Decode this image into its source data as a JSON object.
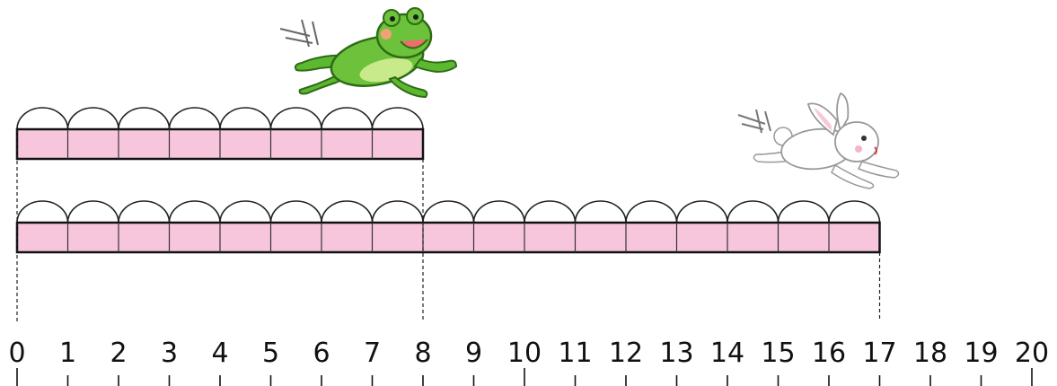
{
  "frog": {
    "icon": "frog-icon",
    "jumps": 8,
    "color": "#5cb82e"
  },
  "rabbit": {
    "icon": "rabbit-icon",
    "jumps": 17,
    "color": "#f4f4f4"
  },
  "bar_fill_color": "#f7c6dc",
  "number_line": {
    "labels": [
      "0",
      "1",
      "2",
      "3",
      "4",
      "5",
      "6",
      "7",
      "8",
      "9",
      "10",
      "11",
      "12",
      "13",
      "14",
      "15",
      "16",
      "17",
      "18",
      "19",
      "20"
    ]
  }
}
